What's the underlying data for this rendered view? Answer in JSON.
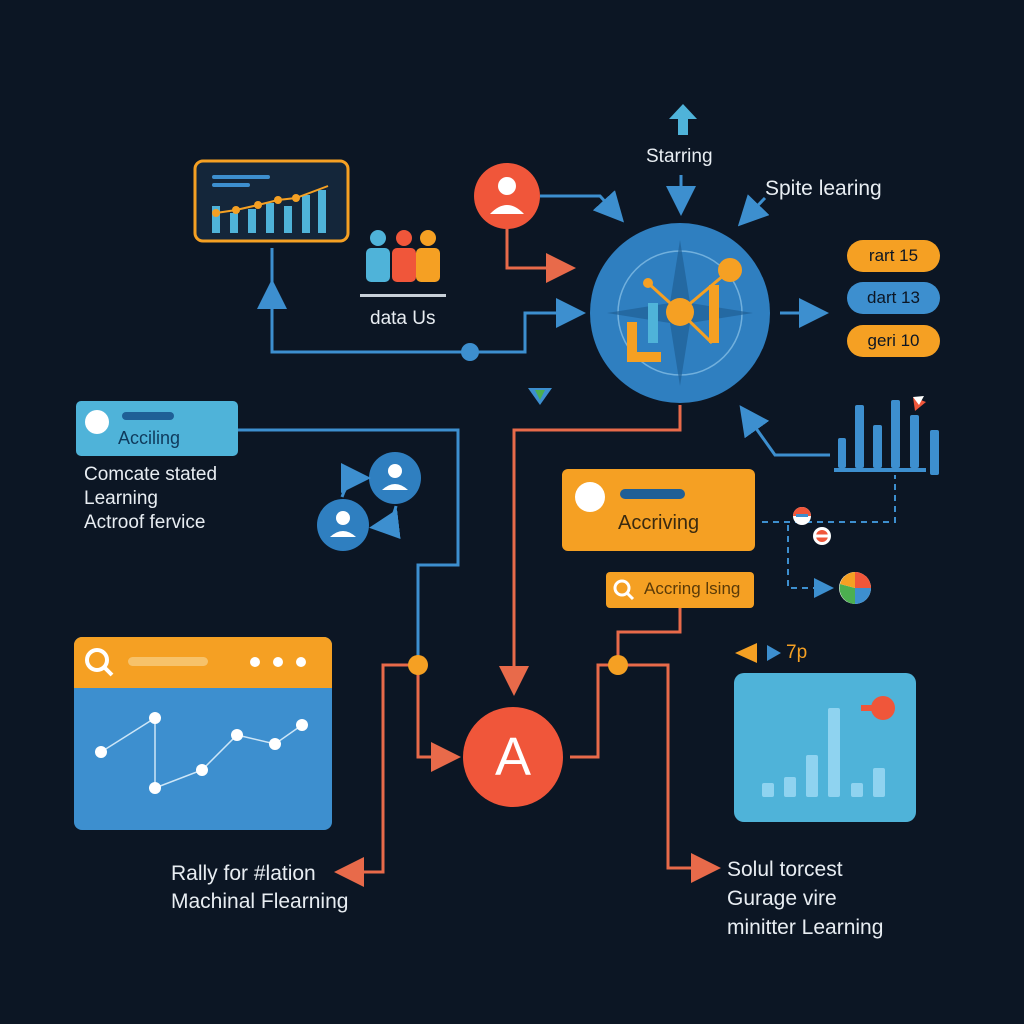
{
  "colors": {
    "background": "#0c1624",
    "blue": "#3d8fcf",
    "light_blue": "#4fb3d9",
    "orange": "#f5a023",
    "red_orange": "#f0563a",
    "line_blue": "#3d8fcf",
    "line_red": "#e86a4a"
  },
  "hub": {
    "icon": "network-chart-icon"
  },
  "starring": {
    "label": "Starring",
    "icon": "up-arrow-icon"
  },
  "spite": {
    "label": "Spite learing"
  },
  "team": {
    "label": "data Us",
    "icon": "people-group-icon"
  },
  "user_node": {
    "icon": "user-icon"
  },
  "tags": [
    {
      "label": "rart 15"
    },
    {
      "label": "dart 13"
    },
    {
      "label": "geri 10"
    }
  ],
  "acciling": {
    "label": "Acciling"
  },
  "left_text": {
    "line1": "Comcate stated",
    "line2": "Learning",
    "line3": "Actroof fervice"
  },
  "accriving": {
    "label": "Accriving"
  },
  "search_small": {
    "label": "Accring lsing"
  },
  "speed": {
    "label": "7p"
  },
  "center_node": {
    "label": "A"
  },
  "bottom_left": {
    "line1": "Rally for #lation",
    "line2": "Machinal Flearning"
  },
  "bottom_right": {
    "line1": "Solul torcest",
    "line2": "Gurage vire",
    "line3": "minitter Learning"
  }
}
